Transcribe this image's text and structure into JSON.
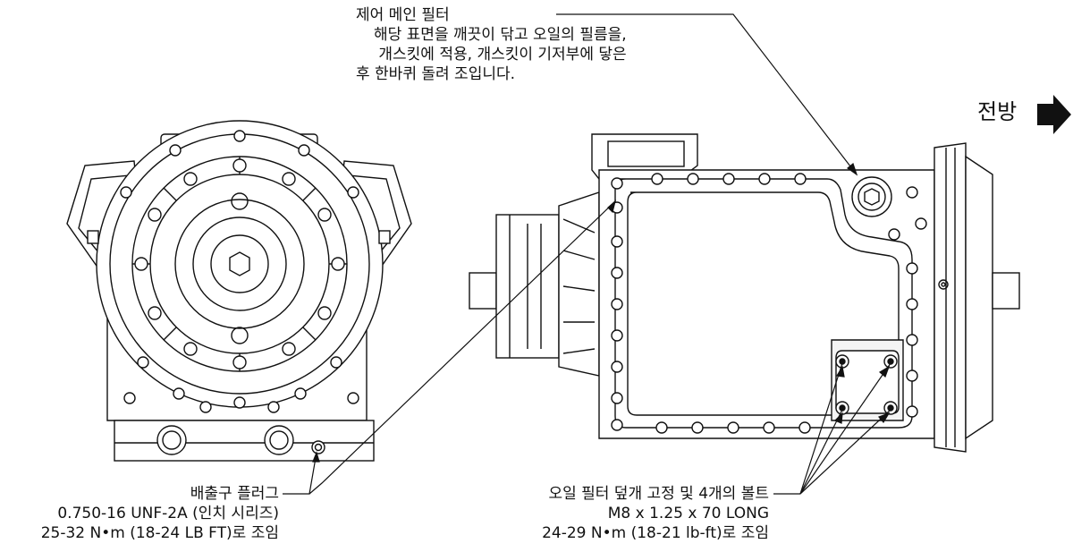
{
  "filter_callout": {
    "title": "제어 메인 필터",
    "line1": "해당 표면을 깨끗이 닦고 오일의 필름을,",
    "line2": "개스킷에 적용, 개스킷이 기저부에 닿은",
    "line3": "후 한바퀴 돌려 조입니다."
  },
  "direction": {
    "label": "전방"
  },
  "drain_callout": {
    "line1": "배출구 플러그",
    "line2": "0.750-16 UNF-2A (인치 시리즈)",
    "line3": "25-32 N•m (18-24 LB FT)로 조임"
  },
  "bolt_callout": {
    "line1": "오일 필터 덮개 고정 및 4개의 볼트",
    "line2": "M8 x 1.25 x 70 LONG",
    "line3": "24-29 N•m (18-21 lb-ft)로 조임"
  },
  "colors": {
    "line": "#111111",
    "fill": "#ffffff",
    "shade": "#e8e8e8"
  }
}
